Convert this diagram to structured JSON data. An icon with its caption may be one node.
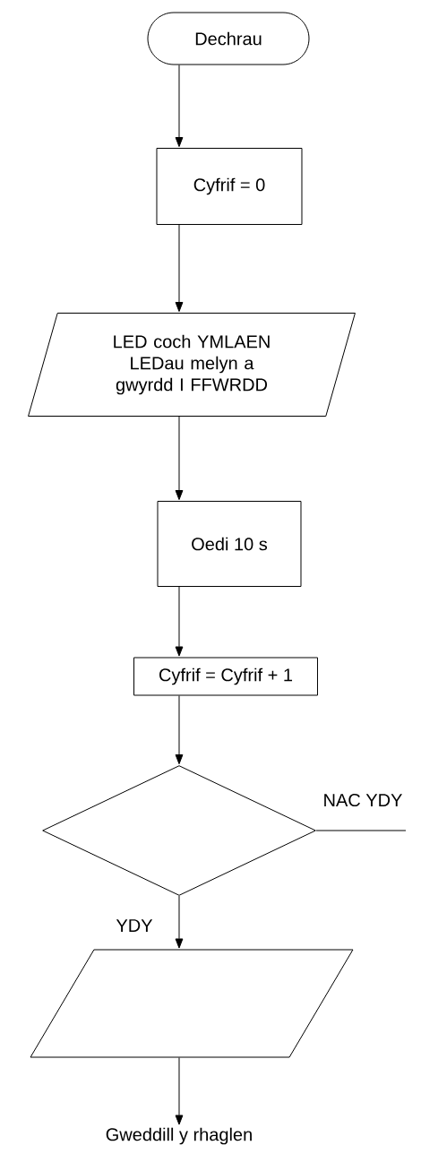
{
  "diagram": {
    "nodes": [
      {
        "text": [
          "Dechrau"
        ]
      },
      {
        "text": [
          "Cyfrif = 0"
        ]
      },
      {
        "text": [
          "LED coch YMLAEN LEDau melyn a gwyrdd I FFWRDD"
        ]
      },
      {
        "text": [
          "Oedi 10 s"
        ]
      },
      {
        "text": [
          "Cyfrif = Cyfrif + 1"
        ]
      },
      {
        "text": [],
        "shape": "diamond"
      },
      {
        "text": [],
        "shape": "parallelogram"
      },
      {
        "text": [
          "Gweddill y rhaglen"
        ]
      }
    ],
    "edges": [
      {
        "from": 0,
        "to": 1,
        "arrow": "to"
      },
      {
        "from": 1,
        "to": 2,
        "arrow": "to"
      },
      {
        "from": 2,
        "to": 3,
        "arrow": "to"
      },
      {
        "from": 3,
        "to": 4,
        "arrow": "to"
      },
      {
        "from": 4,
        "to": 5,
        "arrow": "to"
      },
      {
        "from": 5,
        "to": 6,
        "arrow": "to",
        "label": "YDY"
      },
      {
        "from": 5,
        "to": null,
        "arrow": "none",
        "label": "NAC YDY"
      },
      {
        "from": 6,
        "to": 7,
        "arrow": "to"
      }
    ]
  }
}
